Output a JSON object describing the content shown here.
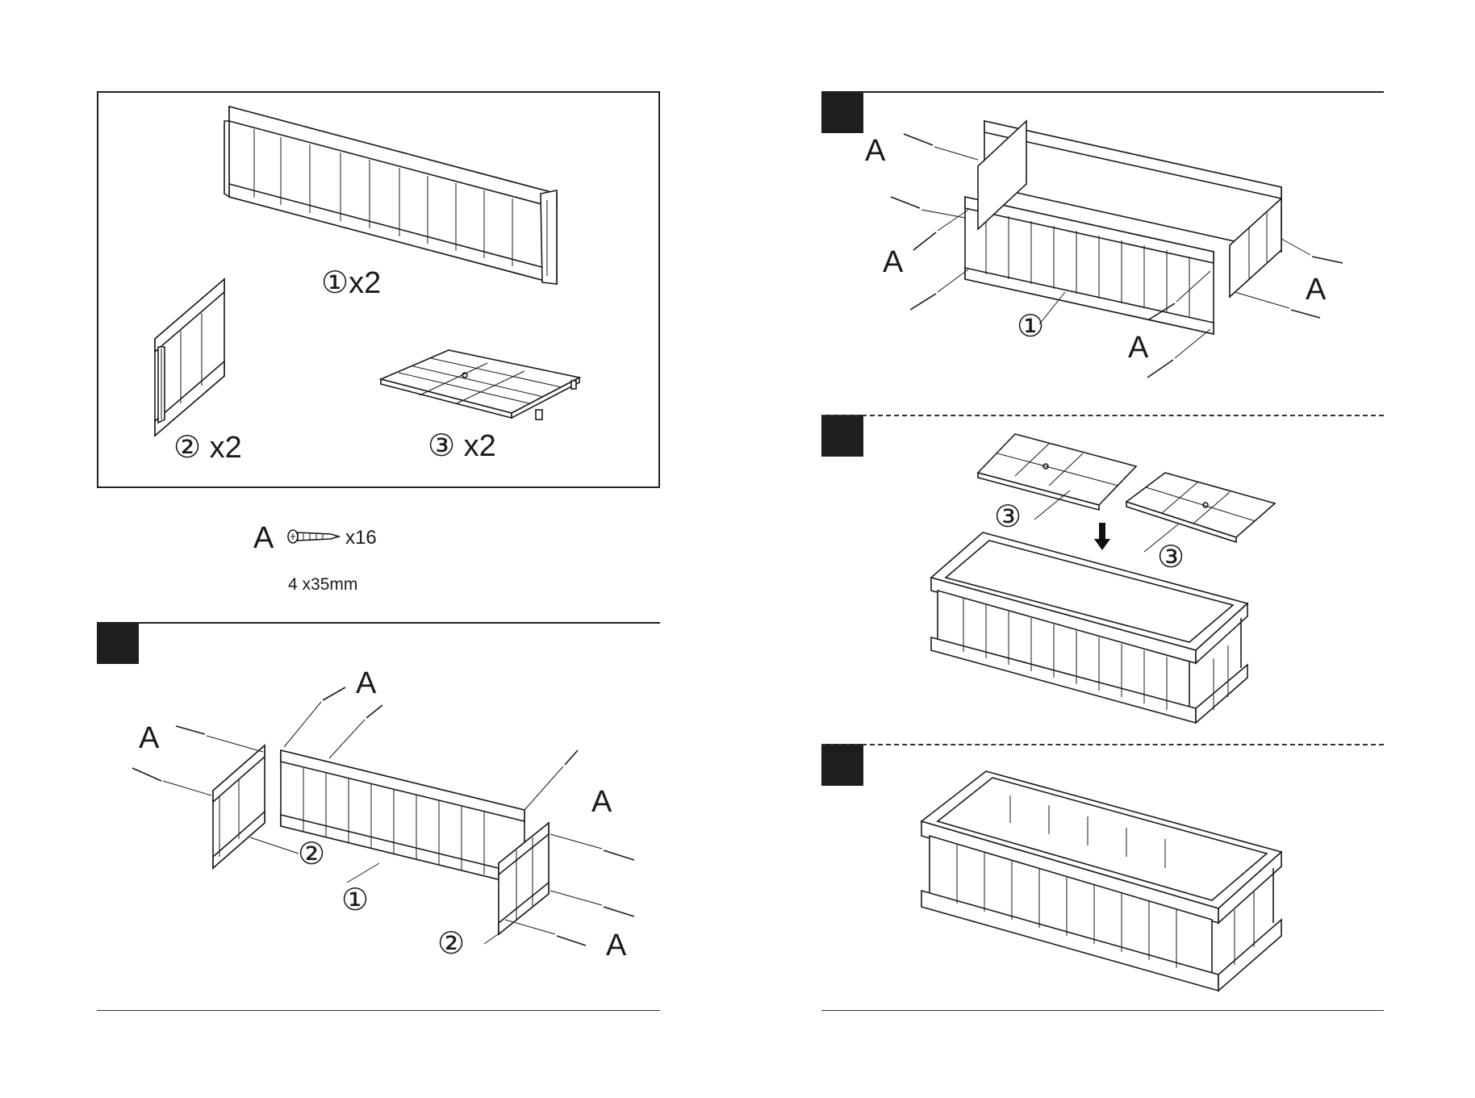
{
  "parts": {
    "part1": {
      "num": "①",
      "qty": "x2"
    },
    "part2": {
      "num": "②",
      "qty": "x2"
    },
    "part3": {
      "num": "③",
      "qty": "x2"
    }
  },
  "hardware": {
    "label": "A",
    "qty": "x16",
    "size": "4 x35mm",
    "icon": "screw-icon"
  },
  "step1": {
    "screw_labels": [
      "A",
      "A",
      "A",
      "A"
    ],
    "callouts": [
      "②",
      "①",
      "②"
    ]
  },
  "step2": {
    "screw_labels": [
      "A",
      "A",
      "A",
      "A"
    ],
    "callout": "①"
  },
  "step3": {
    "callouts": [
      "③",
      "③"
    ]
  }
}
